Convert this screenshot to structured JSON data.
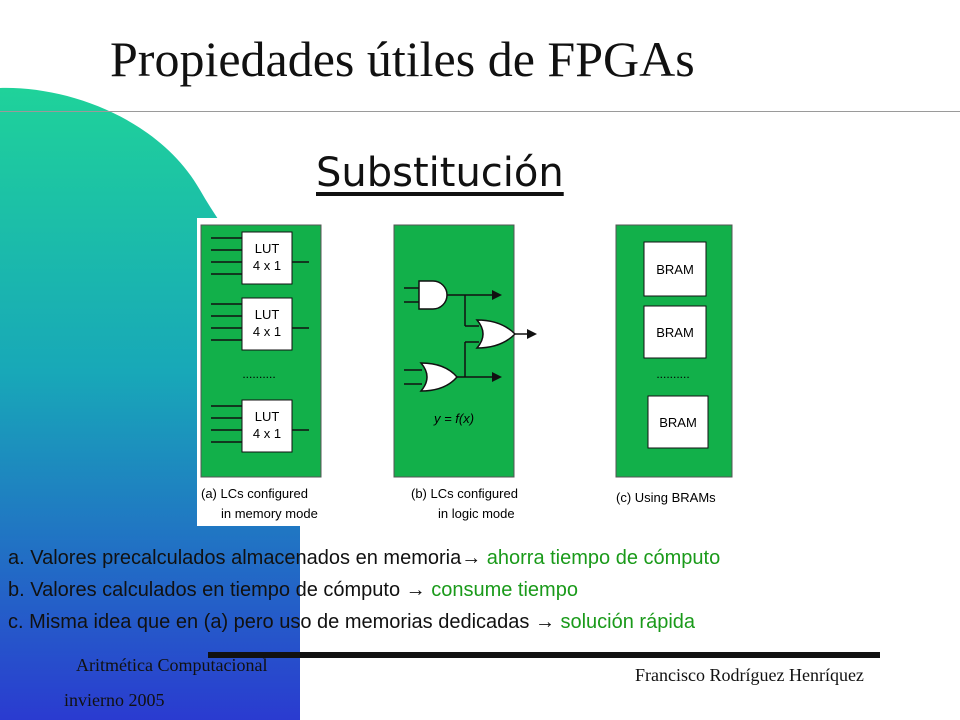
{
  "slide": {
    "title": "Propiedades útiles de FPGAs",
    "subtitle": "Substitución"
  },
  "figure": {
    "panel_a": {
      "lut_lines": [
        "LUT",
        "4 x 1"
      ],
      "dots": "..........",
      "caption_1": "(a) LCs configured",
      "caption_2": "in memory mode"
    },
    "panel_b": {
      "formula": "y = f(x)",
      "caption_1": "(b) LCs configured",
      "caption_2": "in logic mode"
    },
    "panel_c": {
      "bram": "BRAM",
      "dots": "..........",
      "caption_1": "(c) Using BRAMs"
    }
  },
  "items": [
    {
      "text": "a. Valores precalculados almacenados en memoria",
      "arrow": "→",
      "highlight": " ahorra tiempo de cómputo"
    },
    {
      "text": "b. Valores calculados en tiempo de cómputo ",
      "arrow": "→",
      "highlight": " consume tiempo"
    },
    {
      "text": "c. Misma idea que en (a) pero uso de memorias dedicadas ",
      "arrow": "→",
      "highlight": " solución rápida"
    }
  ],
  "footer": {
    "course": "Aritmética Computacional",
    "term": "invierno 2005",
    "author": "Francisco Rodríguez Henríquez"
  },
  "colors": {
    "panel_green": "#12b04a",
    "highlight_green": "#1a9a1a"
  }
}
